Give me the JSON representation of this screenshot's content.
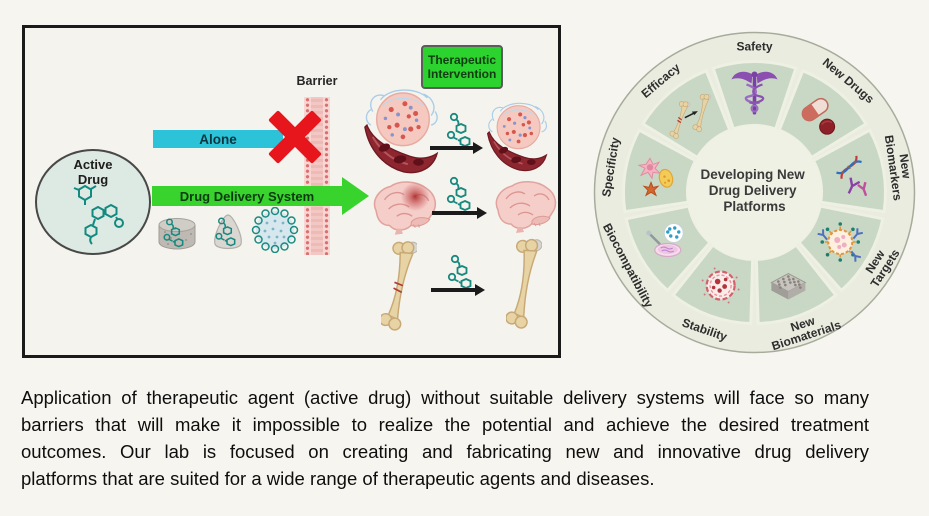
{
  "colors": {
    "cyan_arrow": "#2cc3d8",
    "green_arrow": "#38d32d",
    "alert_red": "#e6161c",
    "wheel_ring": "#e9ecdf",
    "wheel_segment": "#c8d8c4",
    "wheel_center": "#eef1e4",
    "molecule_teal": "#17897f"
  },
  "left_panel": {
    "active_drug": {
      "lines": [
        "Active",
        "Drug"
      ]
    },
    "alone_label": "Alone",
    "barrier_label": "Barrier",
    "dds_label": "Drug Delivery System",
    "therapeutic_box": {
      "lines": [
        "Therapeutic",
        "Intervention"
      ]
    }
  },
  "wheel": {
    "center_lines": [
      "Developing New",
      "Drug Delivery",
      "Platforms"
    ],
    "segments": [
      {
        "id": "safety",
        "lines": [
          "Safety"
        ],
        "angle": 0,
        "rot": 0,
        "label_r": 146,
        "icon": "icon-caduceus"
      },
      {
        "id": "new-drugs",
        "lines": [
          "New Drugs"
        ],
        "angle": 40,
        "rot": 40,
        "label_r": 146,
        "icon": "icon-pills"
      },
      {
        "id": "new-biomarkers",
        "lines": [
          "New",
          "Biomarkers"
        ],
        "angle": 80,
        "rot": 82,
        "label_r": 146,
        "icon": "icon-dna-antibody"
      },
      {
        "id": "new-targets",
        "lines": [
          "New",
          "Targets"
        ],
        "angle": 120,
        "rot": -57,
        "label_r": 146,
        "icon": "icon-virus"
      },
      {
        "id": "new-biomaterials",
        "lines": [
          "New",
          "Biomaterials"
        ],
        "angle": 160,
        "rot": -18,
        "label_r": 147,
        "icon": "icon-scaffold"
      },
      {
        "id": "stability",
        "lines": [
          "Stability"
        ],
        "angle": 200,
        "rot": 19,
        "label_r": 146,
        "icon": "icon-liposome"
      },
      {
        "id": "biocompatibility",
        "lines": [
          "Biocompatibility"
        ],
        "angle": 240,
        "rot": 62,
        "label_r": 146,
        "icon": "icon-petri"
      },
      {
        "id": "specificity",
        "lines": [
          "Specificity"
        ],
        "angle": 280,
        "rot": -81,
        "label_r": 146,
        "icon": "icon-cells"
      },
      {
        "id": "efficacy",
        "lines": [
          "Efficacy"
        ],
        "angle": 320,
        "rot": -40,
        "label_r": 146,
        "icon": "icon-bone-heal"
      }
    ]
  },
  "caption": {
    "lines": [
      "Application of therapeutic agent (active drug) without suitable delivery systems will face so many",
      "barriers that will make it impossible to realize the potential and achieve the desired treatment",
      "outcomes. Our lab is focused on creating and fabricating new and innovative drug delivery",
      "platforms that are suited for a wide range of therapeutic agents and diseases."
    ]
  }
}
